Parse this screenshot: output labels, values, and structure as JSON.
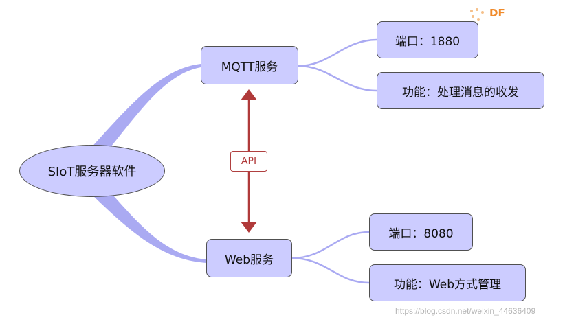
{
  "diagram": {
    "root": "SIoT服务器软件",
    "branches": {
      "mqtt": {
        "label": "MQTT服务",
        "children": [
          "端口：1880",
          "功能：处理消息的收发"
        ]
      },
      "web": {
        "label": "Web服务",
        "children": [
          "端口：8080",
          "功能：Web方式管理"
        ]
      }
    },
    "connector": "API"
  },
  "logo": "DF",
  "watermark": "https://blog.csdn.net/weixin_44636409",
  "colors": {
    "node_fill": "#ccccff",
    "node_border": "#505050",
    "branch_line": "#aaaaf2",
    "arrow": "#b03a3a",
    "logo": "#f08a2a"
  }
}
